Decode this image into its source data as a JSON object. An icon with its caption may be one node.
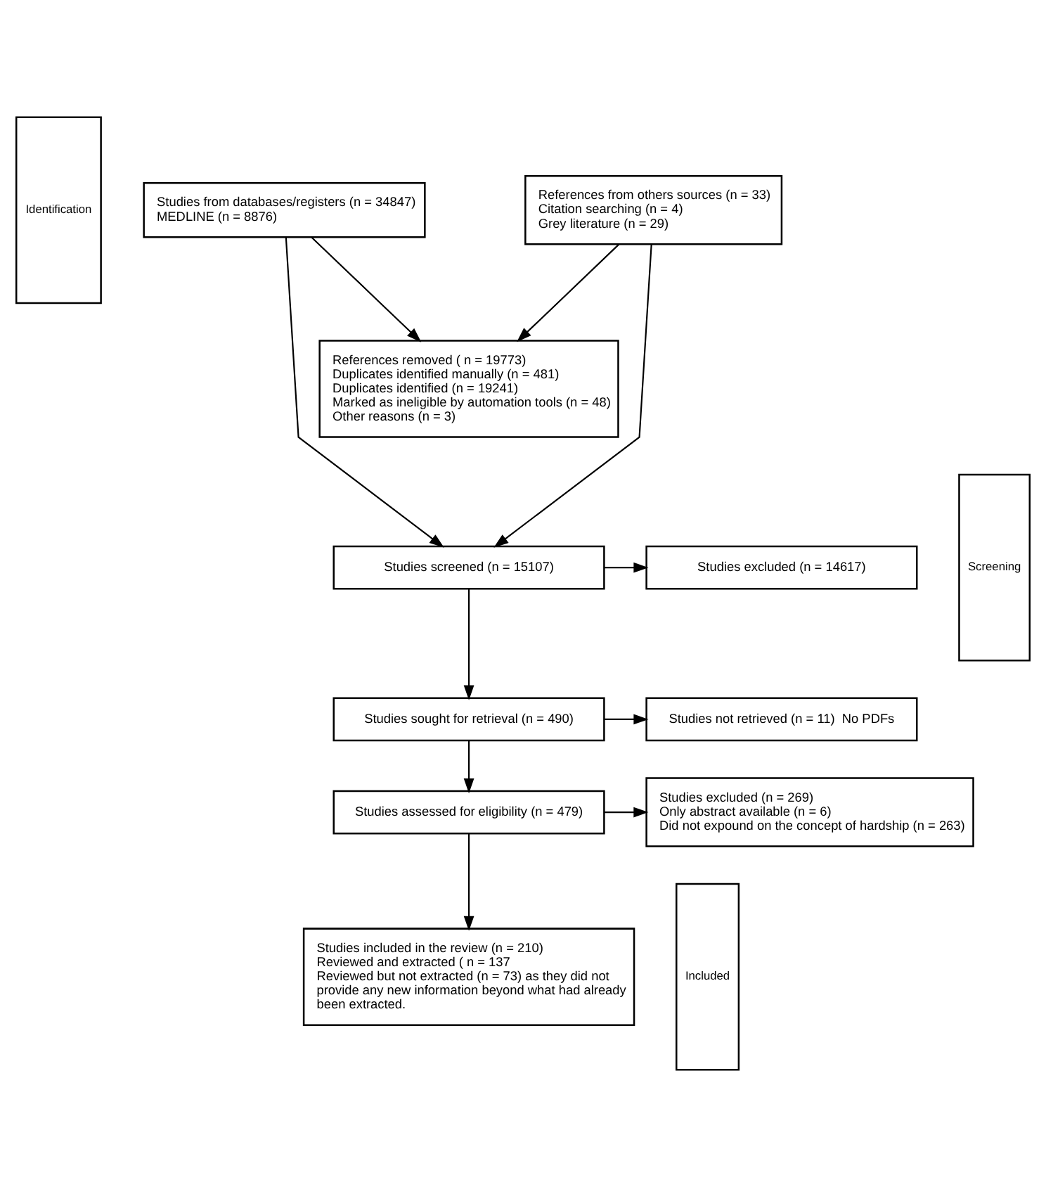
{
  "diagram": {
    "nodes": [
      {
        "text": [
          "Identification"
        ]
      },
      {
        "text": [
          "Studies from databases/registers (n = 34847)",
          "MEDLINE (n = 8876)"
        ]
      },
      {
        "text": [
          "References from others sources (n = 33)",
          "Citation searching (n = 4)",
          "Grey literature (n = 29)"
        ]
      },
      {
        "text": [
          "References removed ( n = 19773)",
          "Duplicates identified manually (n = 481)",
          "Duplicates identified (n = 19241)",
          "Marked as ineligible by automation tools (n = 48)",
          "Other reasons (n = 3)"
        ]
      },
      {
        "text": [
          "Screening"
        ]
      },
      {
        "text": [
          "Studies screened (n = 15107)"
        ]
      },
      {
        "text": [
          "Studies excluded (n = 14617)"
        ]
      },
      {
        "text": [
          "Studies sought for retrieval (n = 490)"
        ]
      },
      {
        "text": [
          "Studies not retrieved (n = 11)  No PDFs"
        ]
      },
      {
        "text": [
          "Studies assessed for eligibility (n = 479)"
        ]
      },
      {
        "text": [
          "Studies excluded (n = 269)",
          "Only abstract available (n = 6)",
          "Did not expound on the concept of hardship (n = 263)"
        ]
      },
      {
        "text": [
          "Included"
        ]
      },
      {
        "text": [
          "Studies included in the review (n = 210)",
          "Reviewed and extracted ( n = 137",
          "Reviewed but not extracted (n = 73) as they did not provide any new information beyond what had already been extracted."
        ]
      }
    ],
    "edges": [
      {
        "from": 1,
        "to": 5,
        "arrow": "to"
      },
      {
        "from": 2,
        "to": 5,
        "arrow": "to"
      },
      {
        "from": 1,
        "to": 3,
        "arrow": "to"
      },
      {
        "from": 2,
        "to": 3,
        "arrow": "to"
      },
      {
        "from": 5,
        "to": 6,
        "arrow": "to"
      },
      {
        "from": 5,
        "to": 7,
        "arrow": "to"
      },
      {
        "from": 7,
        "to": 8,
        "arrow": "to"
      },
      {
        "from": 7,
        "to": 9,
        "arrow": "to"
      },
      {
        "from": 9,
        "to": 10,
        "arrow": "to"
      },
      {
        "from": 9,
        "to": 12,
        "arrow": "to"
      }
    ]
  }
}
